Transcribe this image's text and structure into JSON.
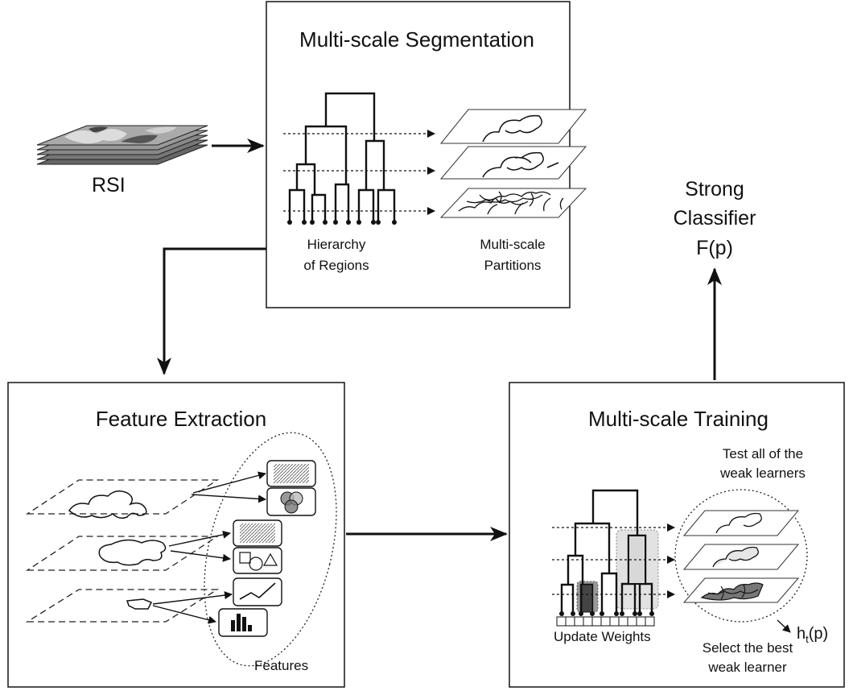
{
  "inputs": {
    "rsi_label": "RSI"
  },
  "segmentation": {
    "title": "Multi-scale Segmentation",
    "hierarchy_label": [
      "Hierarchy",
      "of Regions"
    ],
    "partitions_label": [
      "Multi-scale",
      "Partitions"
    ]
  },
  "classifier": {
    "label": [
      "Strong",
      "Classifier",
      "F(p)"
    ]
  },
  "features": {
    "title": "Feature Extraction",
    "group_label": "Features",
    "icons": [
      "texture-icon",
      "color-venn-icon",
      "texture-icon",
      "shape-icon",
      "line-chart-icon",
      "histogram-icon"
    ]
  },
  "training": {
    "title": "Multi-scale Training",
    "test_label": [
      "Test all of the",
      "weak learners"
    ],
    "update_label": "Update Weights",
    "select_label": [
      "Select the best",
      "weak learner"
    ],
    "output_label": "h",
    "output_sub": "t",
    "output_suffix": "(p)"
  }
}
